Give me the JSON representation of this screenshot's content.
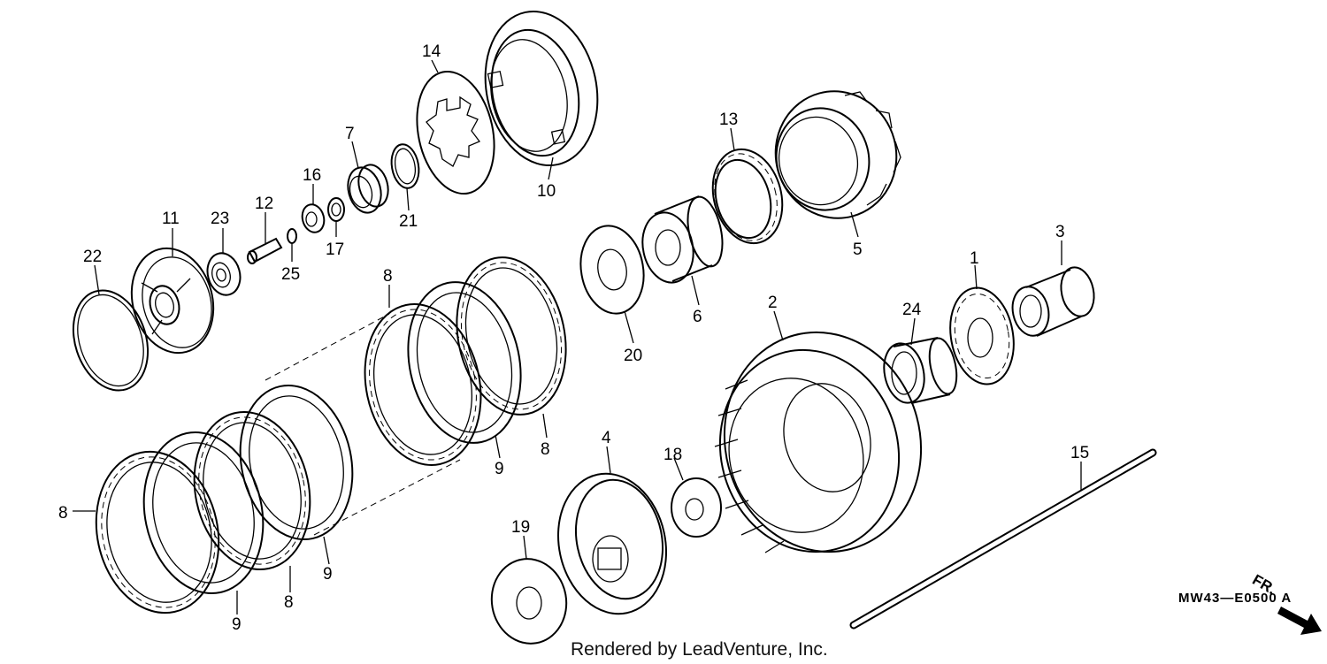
{
  "diagram": {
    "callouts": [
      "22",
      "11",
      "23",
      "12",
      "25",
      "16",
      "17",
      "7",
      "21",
      "14",
      "10",
      "13",
      "5",
      "20",
      "6",
      "8",
      "8",
      "9",
      "8",
      "9",
      "8",
      "9",
      "4",
      "18",
      "19",
      "2",
      "24",
      "1",
      "3",
      "15"
    ],
    "drawing_code": "MW43—E0500 A",
    "front_label": "FR.",
    "credit": "Rendered by LeadVenture, Inc."
  }
}
